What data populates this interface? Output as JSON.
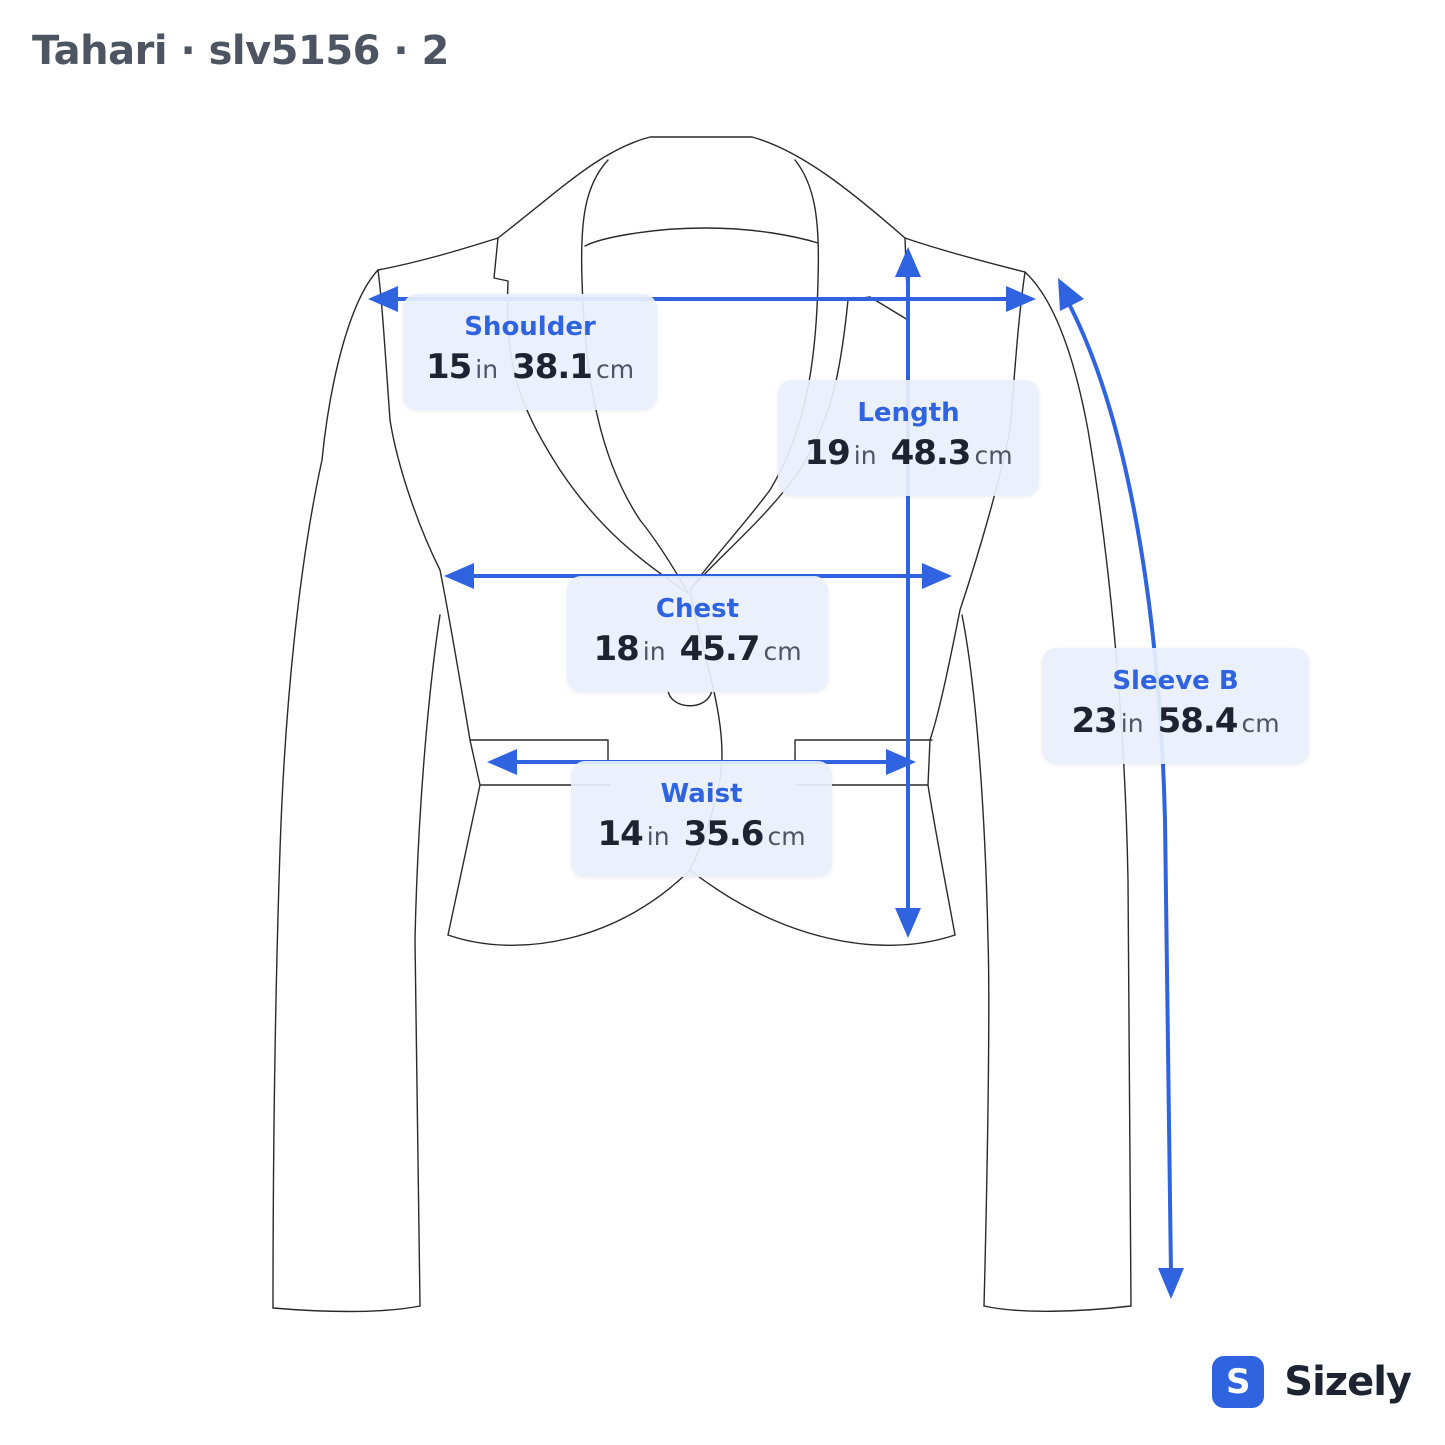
{
  "title": "Tahari · slv5156 · 2",
  "brand": {
    "badge_letter": "S",
    "name": "Sizely",
    "accent_color": "#2f63e0"
  },
  "units": {
    "imperial": "in",
    "metric": "cm"
  },
  "measurements": [
    {
      "id": "shoulder",
      "name": "Shoulder",
      "in": "15",
      "cm": "38.1"
    },
    {
      "id": "length",
      "name": "Length",
      "in": "19",
      "cm": "48.3"
    },
    {
      "id": "chest",
      "name": "Chest",
      "in": "18",
      "cm": "45.7"
    },
    {
      "id": "sleeve",
      "name": "Sleeve B",
      "in": "23",
      "cm": "58.4"
    },
    {
      "id": "waist",
      "name": "Waist",
      "in": "14",
      "cm": "35.6"
    }
  ]
}
